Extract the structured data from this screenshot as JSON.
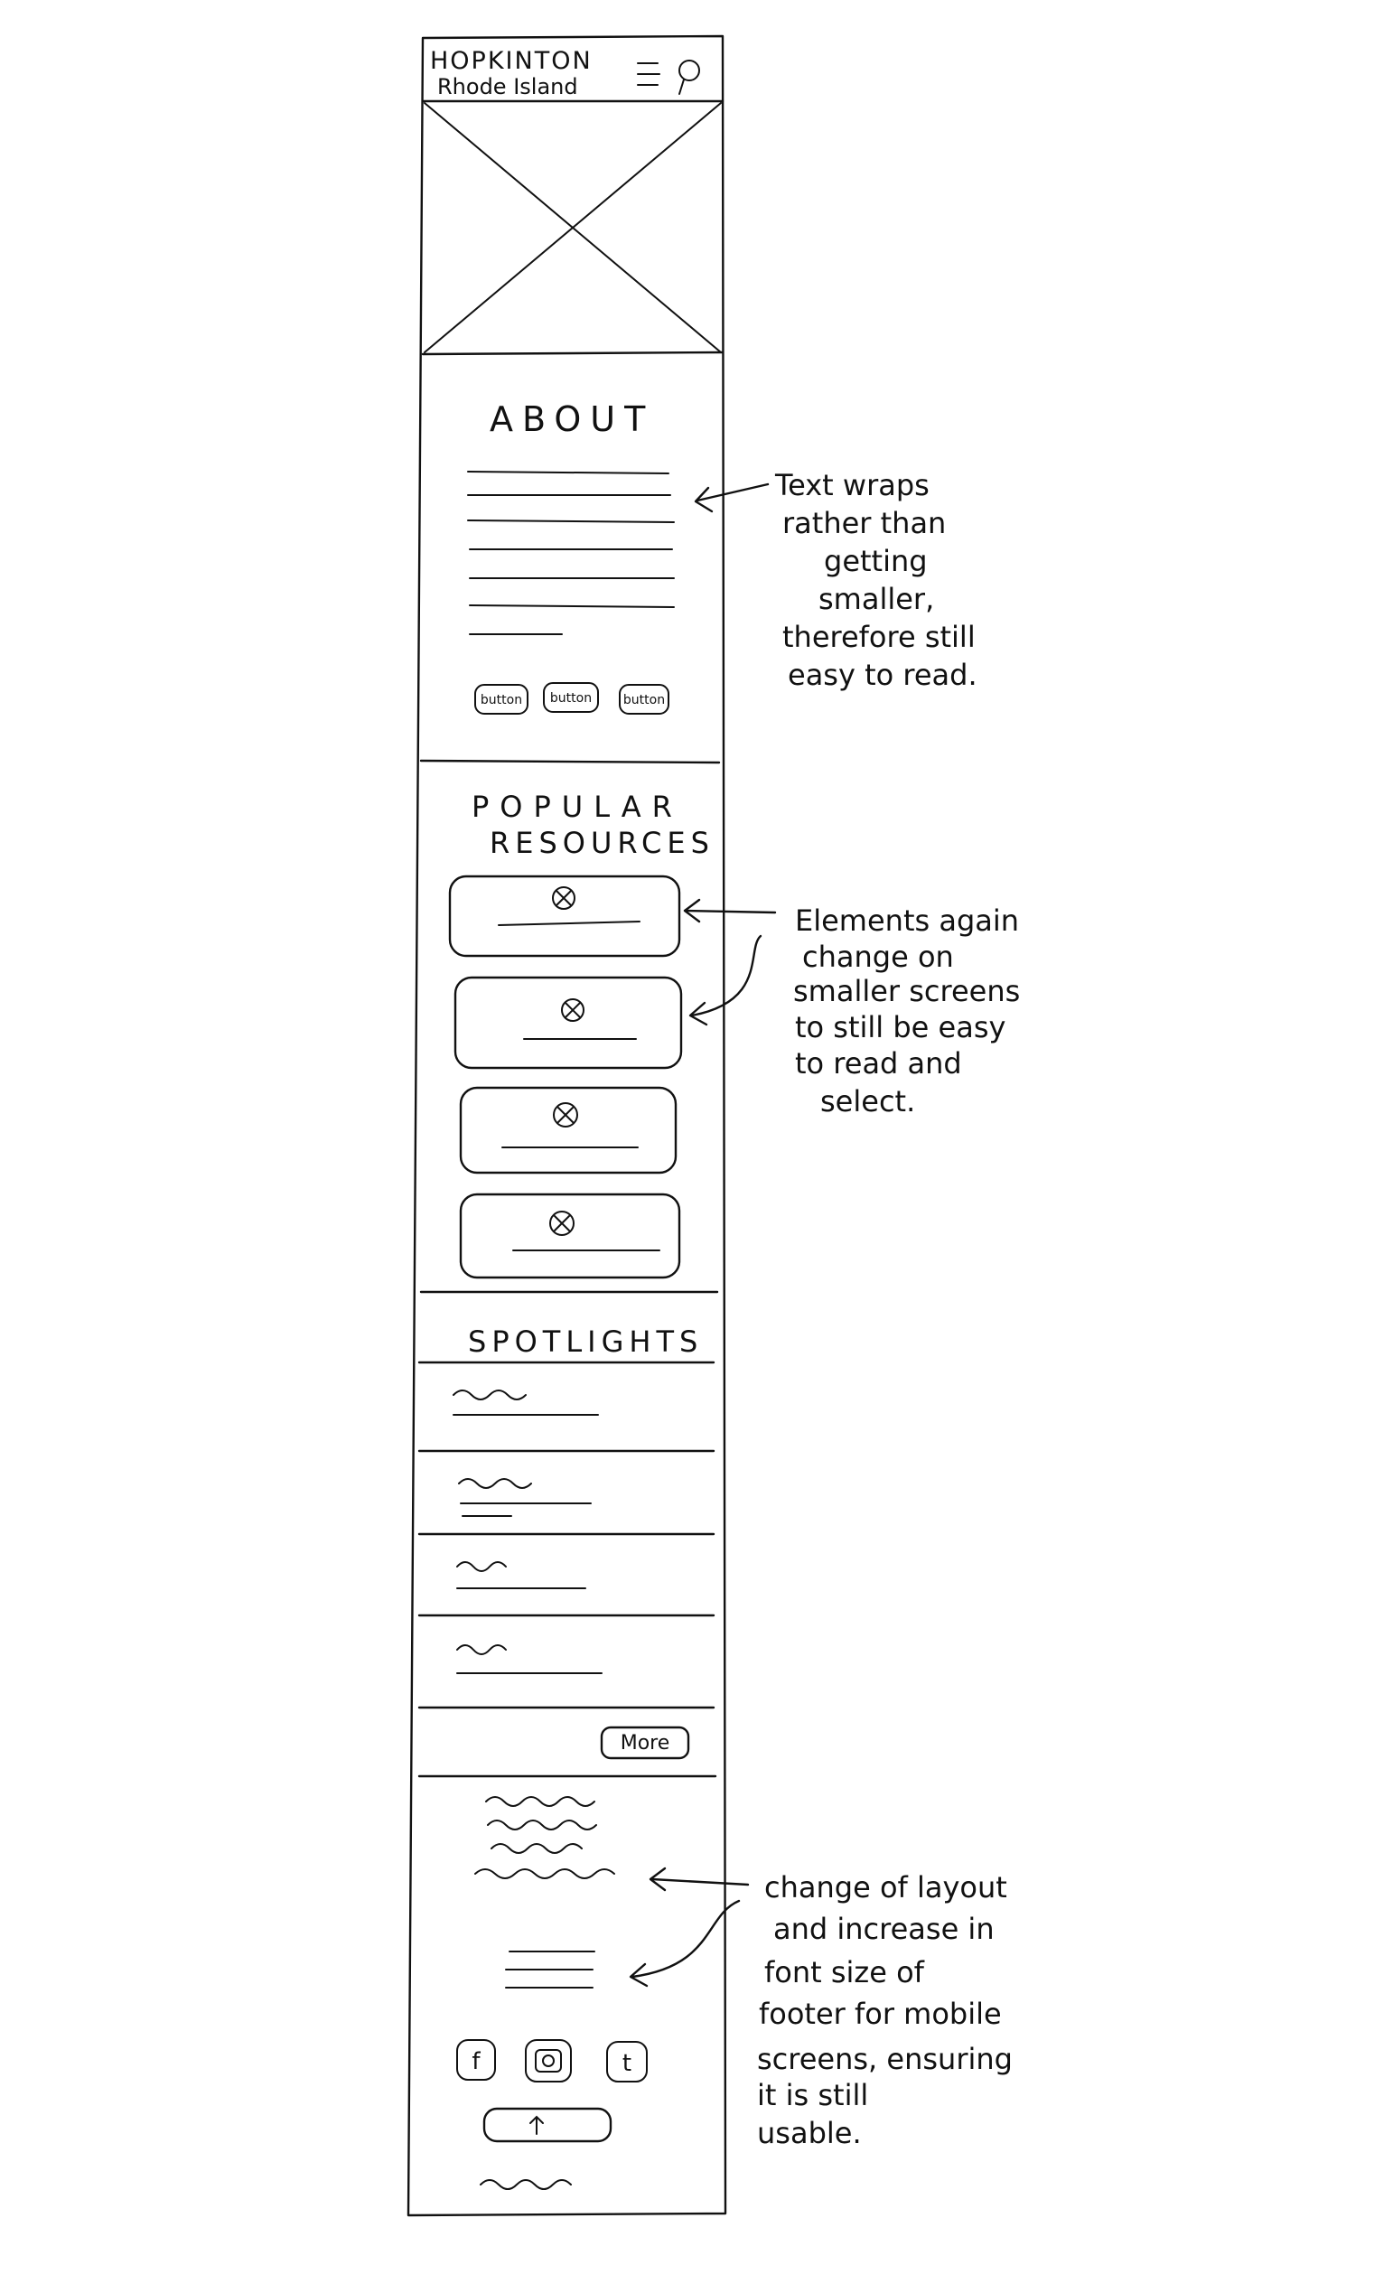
{
  "header": {
    "brand_line1": "HOPKINTON",
    "brand_line2": "Rhode Island",
    "menu_icon": "hamburger-icon",
    "search_icon": "search-icon"
  },
  "hero": {
    "image_icon": "image-placeholder"
  },
  "about": {
    "title": "ABOUT",
    "buttons": [
      "button",
      "button",
      "button"
    ]
  },
  "resources": {
    "title_line1": "POPULAR",
    "title_line2": "RESOURCES",
    "card_icon": "circle-x-icon"
  },
  "spotlights": {
    "title": "SPOTLIGHTS",
    "more_label": "More"
  },
  "footer": {
    "social_icons": [
      "facebook-icon",
      "instagram-icon",
      "twitter-icon"
    ],
    "back_to_top_icon": "arrow-up-icon"
  },
  "annotations": {
    "about_note": [
      "Text wraps",
      "rather than",
      "getting",
      "smaller,",
      "therefore still",
      "easy to read."
    ],
    "resources_note": [
      "Elements again",
      "change on",
      "smaller screens",
      "to still be easy",
      "to read and",
      "select."
    ],
    "footer_note": [
      "change of layout",
      "and increase in",
      "font size of",
      "footer for mobile",
      "screens, ensuring",
      "it is still",
      "usable."
    ]
  }
}
